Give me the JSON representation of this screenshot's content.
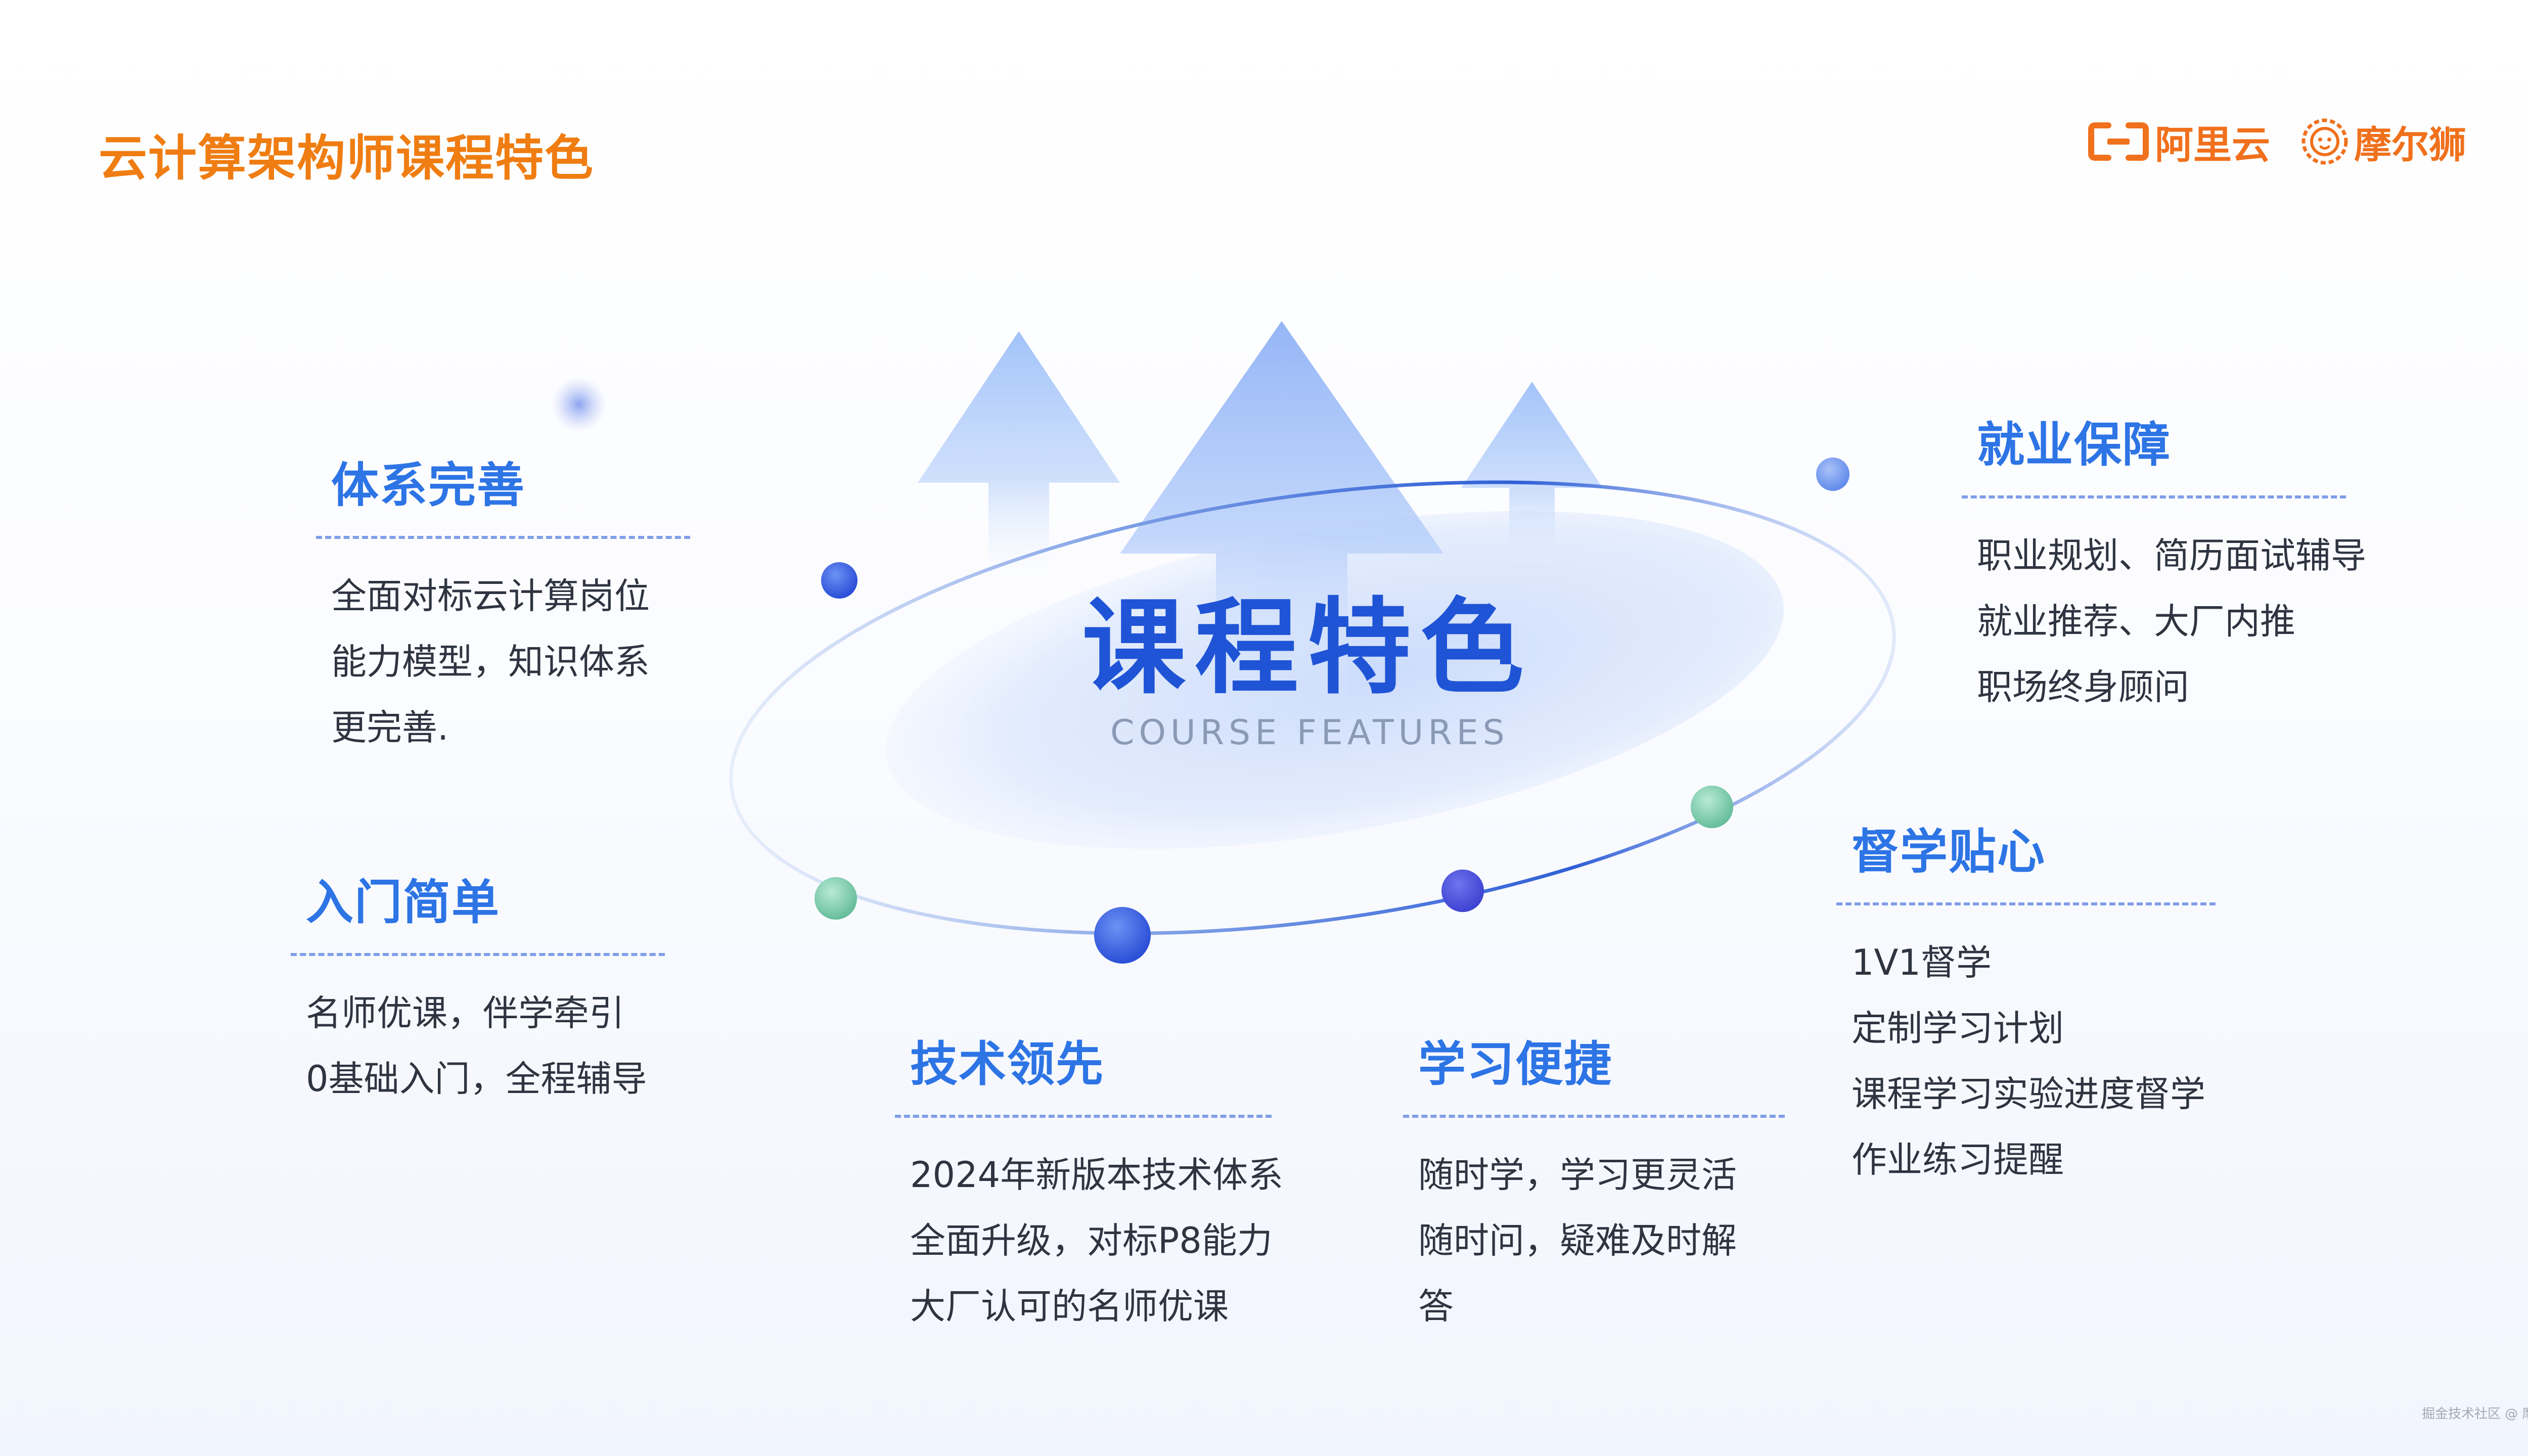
{
  "page": {
    "title": "云计算架构师课程特色",
    "footer_mark": "掘金技术社区 @ 摩尔狮"
  },
  "logos": {
    "aliyun": {
      "text": "阿里云",
      "icon": "aliyun-bracket-icon",
      "color": "#f0701c"
    },
    "moer": {
      "text": "摩尔狮",
      "icon": "lion-head-icon",
      "color": "#f0701c"
    }
  },
  "center": {
    "title": "课程特色",
    "subtitle": "COURSE FEATURES",
    "title_color": "#1f54d6"
  },
  "features": [
    {
      "heading": "体系完善",
      "lines": [
        "全面对标云计算岗位",
        "能力模型，知识体系",
        "更完善."
      ]
    },
    {
      "heading": "入门简单",
      "lines": [
        "名师优课，伴学牵引",
        "0基础入门，全程辅导"
      ]
    },
    {
      "heading": "技术领先",
      "lines": [
        "2024年新版本技术体系",
        "全面升级，对标P8能力",
        "大厂认可的名师优课"
      ]
    },
    {
      "heading": "学习便捷",
      "lines": [
        "随时学，学习更灵活",
        "随时问，疑难及时解",
        "答"
      ]
    },
    {
      "heading": "就业保障",
      "lines": [
        "职业规划、简历面试辅导",
        "就业推荐、大厂内推",
        "职场终身顾问"
      ]
    },
    {
      "heading": "督学贴心",
      "lines": [
        "1V1督学",
        "定制学习计划",
        "课程学习实验进度督学",
        "作业练习提醒"
      ]
    }
  ],
  "theme": {
    "title_orange": "#ef7d12",
    "heading_blue": "#2d74e5",
    "body_text": "#2f3441",
    "dot_blue": "#2f5fe0",
    "dot_green": "#74c6a8",
    "dot_light_blue": "#6f97ef"
  }
}
